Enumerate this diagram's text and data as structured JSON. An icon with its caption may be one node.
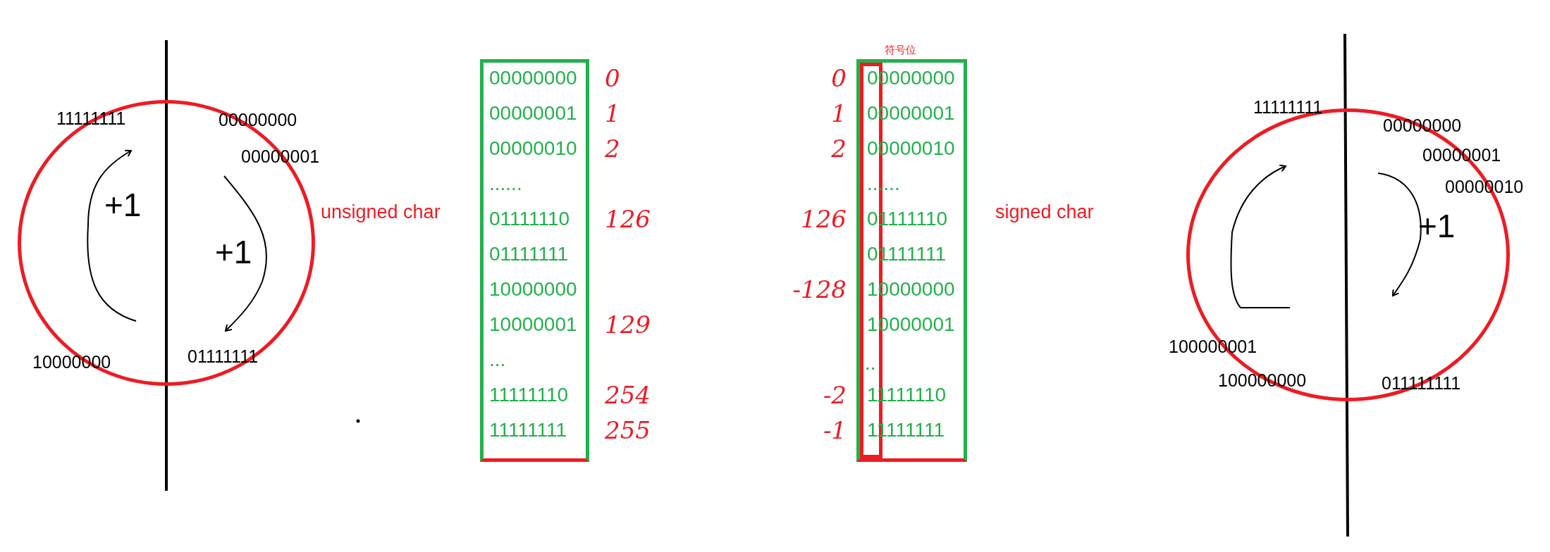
{
  "diagram": {
    "nodes": [
      {
        "text": [
          "11111111",
          "00000000",
          "00000001",
          "+1",
          "+1",
          "10000000",
          "01111111"
        ]
      },
      {
        "text": [
          "00000000",
          "00000001",
          "00000010",
          "......",
          "01111110",
          "01111111",
          "10000000",
          "10000001",
          "...",
          "11111110",
          "11111111"
        ]
      },
      {
        "text": [
          "00000000",
          "00000001",
          "00000010",
          "......",
          "01111110",
          "01111111",
          "10000000",
          "10000001",
          "11111110",
          "11111111"
        ]
      },
      {
        "text": [
          "符号位",
          ".."
        ],
        "in": 2
      },
      {
        "text": [
          "11111111",
          "00000000",
          "00000001",
          "00000010",
          "+1",
          "100000001",
          "100000000",
          "011111111"
        ]
      }
    ],
    "labels": [
      "unsigned char",
      "0",
      "1",
      "2",
      "126",
      "129",
      "254",
      "255",
      "0",
      "1",
      "2",
      "126",
      "-128",
      "-2",
      "-1",
      "signed char"
    ]
  }
}
